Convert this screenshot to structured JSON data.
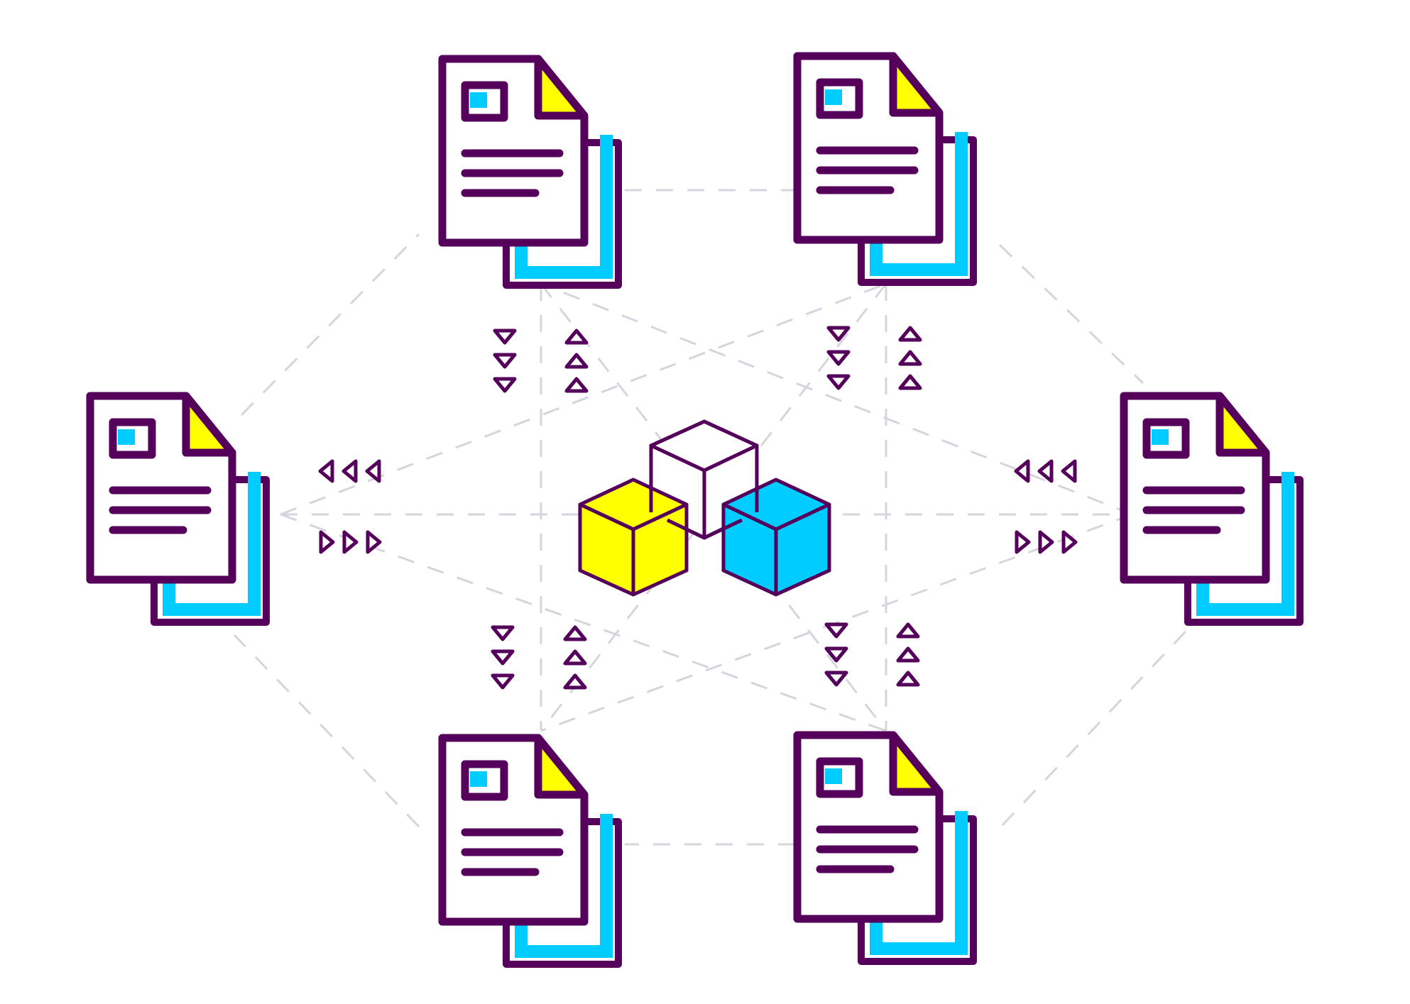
{
  "diagram": {
    "type": "network",
    "center": {
      "icon": "blocks-icon",
      "cubes": [
        {
          "name": "cube-white",
          "fill": "#FFFFFF"
        },
        {
          "name": "cube-yellow",
          "fill": "#FFFF00"
        },
        {
          "name": "cube-blue",
          "fill": "#00CCFF"
        }
      ]
    },
    "nodes": [
      {
        "name": "document-node-top-left",
        "icon": "documents-icon"
      },
      {
        "name": "document-node-top-right",
        "icon": "documents-icon"
      },
      {
        "name": "document-node-left",
        "icon": "documents-icon"
      },
      {
        "name": "document-node-right",
        "icon": "documents-icon"
      },
      {
        "name": "document-node-bottom-left",
        "icon": "documents-icon"
      },
      {
        "name": "document-node-bottom-right",
        "icon": "documents-icon"
      }
    ],
    "arrow_groups": [
      {
        "name": "arrows-top-left-down",
        "icon": "triangle-down-icon"
      },
      {
        "name": "arrows-top-left-up",
        "icon": "triangle-up-icon"
      },
      {
        "name": "arrows-top-right-down",
        "icon": "triangle-down-icon"
      },
      {
        "name": "arrows-top-right-up",
        "icon": "triangle-up-icon"
      },
      {
        "name": "arrows-left-in",
        "icon": "triangle-left-icon"
      },
      {
        "name": "arrows-left-out",
        "icon": "triangle-right-icon"
      },
      {
        "name": "arrows-right-in",
        "icon": "triangle-left-icon"
      },
      {
        "name": "arrows-right-out",
        "icon": "triangle-right-icon"
      },
      {
        "name": "arrows-bottom-left-down",
        "icon": "triangle-down-icon"
      },
      {
        "name": "arrows-bottom-left-up",
        "icon": "triangle-up-icon"
      },
      {
        "name": "arrows-bottom-right-down",
        "icon": "triangle-down-icon"
      },
      {
        "name": "arrows-bottom-right-up",
        "icon": "triangle-up-icon"
      }
    ],
    "colors": {
      "outline": "#55005A",
      "accent_blue": "#00CCFF",
      "accent_yellow": "#FFFF00",
      "paper": "#FFFFFF",
      "connector": "#D8D3DD"
    }
  }
}
